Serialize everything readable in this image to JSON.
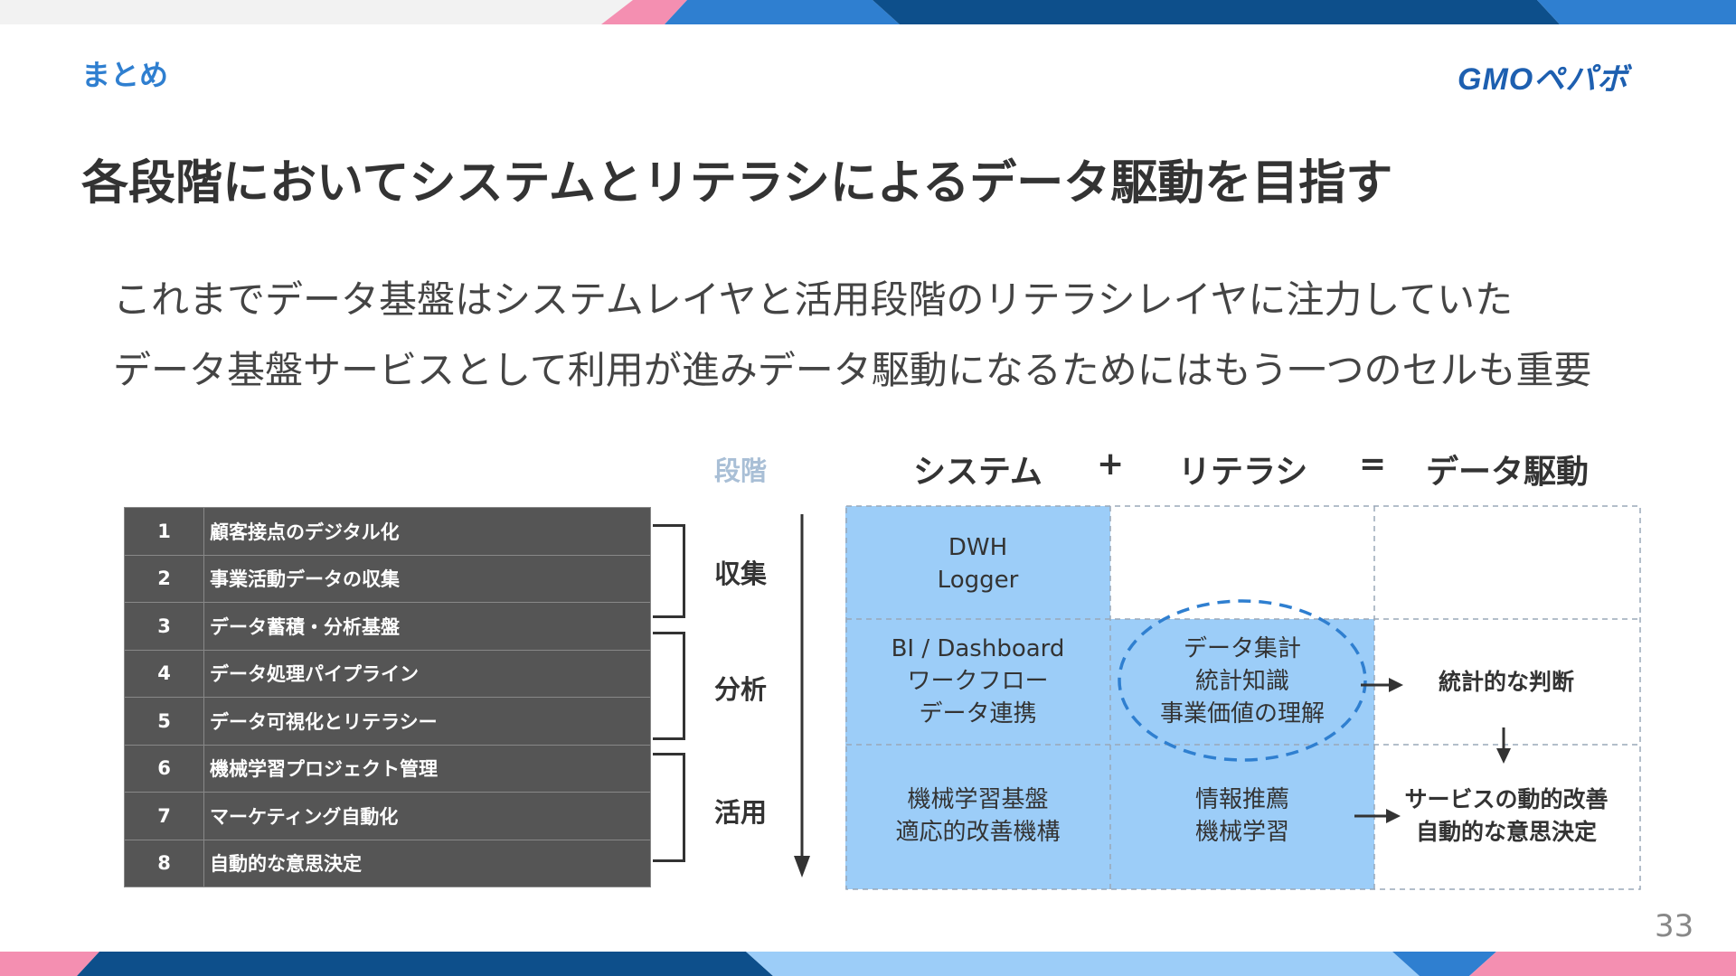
{
  "section_label": "まとめ",
  "brand": "GMOペパボ",
  "title": "各段階においてシステムとリテラシによるデータ駆動を目指す",
  "body_lines": [
    "これまでデータ基盤はシステムレイヤと活用段階のリテラシレイヤに注力していた",
    "データ基盤サービスとして利用が進みデータ駆動になるためにはもう一つのセルも重要"
  ],
  "stages": [
    {
      "num": "1",
      "name": "顧客接点のデジタル化"
    },
    {
      "num": "2",
      "name": "事業活動データの収集"
    },
    {
      "num": "3",
      "name": "データ蓄積・分析基盤"
    },
    {
      "num": "4",
      "name": "データ処理パイプライン"
    },
    {
      "num": "5",
      "name": "データ可視化とリテラシー"
    },
    {
      "num": "6",
      "name": "機械学習プロジェクト管理"
    },
    {
      "num": "7",
      "name": "マーケティング自動化"
    },
    {
      "num": "8",
      "name": "自動的な意思決定"
    }
  ],
  "stage_header": "段階",
  "phases": {
    "collect": "収集",
    "analyze": "分析",
    "utilize": "活用"
  },
  "columns": {
    "system": "システム",
    "plus": "+",
    "literacy": "リテラシ",
    "equals": "=",
    "data_driven": "データ駆動"
  },
  "matrix": {
    "collect_system": [
      "DWH",
      "Logger"
    ],
    "analyze_system": [
      "BI / Dashboard",
      "ワークフロー",
      "データ連携"
    ],
    "analyze_literacy": [
      "データ集計",
      "統計知識",
      "事業価値の理解"
    ],
    "analyze_result": [
      "統計的な判断"
    ],
    "utilize_system": [
      "機械学習基盤",
      "適応的改善機構"
    ],
    "utilize_literacy": [
      "情報推薦",
      "機械学習"
    ],
    "utilize_result": [
      "サービスの動的改善",
      "自動的な意思決定"
    ]
  },
  "colors": {
    "highlight": "#9ccdf8",
    "accent_blue": "#2f7fd0",
    "dark_navy": "#0d4f8b",
    "pink": "#f48fb1",
    "table_bg": "#555555"
  },
  "page_number": "33"
}
